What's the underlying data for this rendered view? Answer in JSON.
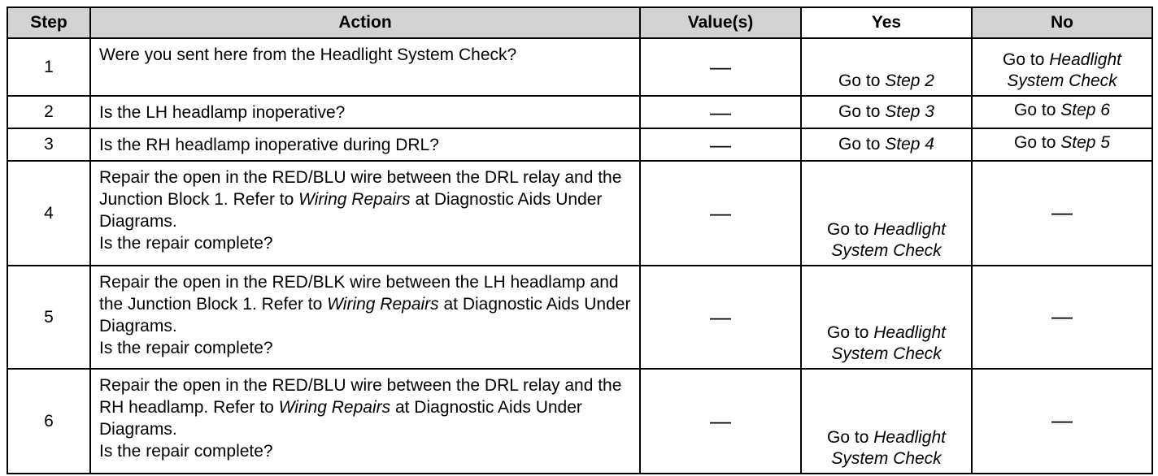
{
  "headers": {
    "step": "Step",
    "action": "Action",
    "values": "Value(s)",
    "yes": "Yes",
    "no": "No"
  },
  "rows": [
    {
      "step": "1",
      "action": "Were you sent here from the Headlight System Check?",
      "value": "—",
      "yes_prefix": "Go to ",
      "yes_target": "Step 2",
      "no_prefix": "Go to ",
      "no_target": "Headlight System Check"
    },
    {
      "step": "2",
      "action": "Is the LH headlamp inoperative?",
      "value": "—",
      "yes_prefix": "Go to ",
      "yes_target": "Step 3",
      "no_prefix": "Go to ",
      "no_target": "Step 6"
    },
    {
      "step": "3",
      "action": "Is the RH headlamp inoperative during DRL?",
      "value": "—",
      "yes_prefix": "Go to ",
      "yes_target": "Step 4",
      "no_prefix": "Go to ",
      "no_target": "Step 5"
    },
    {
      "step": "4",
      "action_a": "Repair the open in the RED/BLU wire between the DRL relay and the Junction Block 1. Refer to ",
      "action_ref": "Wiring Repairs",
      "action_b": " at Diagnostic Aids Under Diagrams.",
      "action_q": "Is the repair complete?",
      "value": "—",
      "yes_prefix": "Go to ",
      "yes_target_1": "Headlight",
      "yes_target_2": "System Check",
      "no": "—"
    },
    {
      "step": "5",
      "action_a": "Repair the open in the RED/BLK wire between the LH headlamp and the Junction Block 1. Refer to ",
      "action_ref": "Wiring Repairs",
      "action_b": " at Diagnostic Aids Under Diagrams.",
      "action_q": "Is the repair complete?",
      "value": "—",
      "yes_prefix": "Go to ",
      "yes_target_1": "Headlight",
      "yes_target_2": "System Check",
      "no": "—"
    },
    {
      "step": "6",
      "action_a": "Repair the open in the RED/BLU wire between the DRL relay and the RH headlamp. Refer to ",
      "action_ref": "Wiring Repairs",
      "action_b": " at Diagnostic Aids Under Diagrams.",
      "action_q": "Is the repair complete?",
      "value": "—",
      "yes_prefix": "Go to ",
      "yes_target_1": "Headlight",
      "yes_target_2": "System Check",
      "no": "—"
    }
  ]
}
